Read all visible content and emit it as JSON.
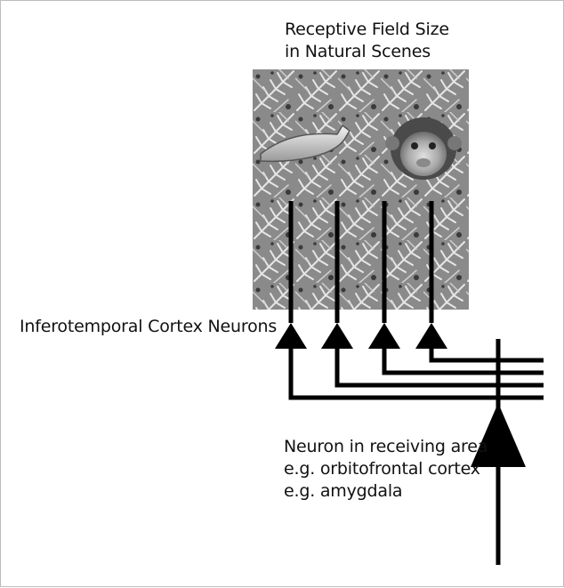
{
  "title": {
    "line1": "Receptive Field Size",
    "line2": "in Natural Scenes"
  },
  "it_label": "Inferotemporal Cortex Neurons",
  "receiving": {
    "line1": "Neuron in receiving area",
    "line2": "e.g. orbitofrontal cortex",
    "line3": "e.g. amygdala"
  },
  "scene": {
    "description_icons": [
      "fern-foliage-background",
      "banana-object",
      "monkey-face-object"
    ]
  },
  "colors": {
    "ink": "#000000",
    "frame": "#bdbdbd"
  }
}
